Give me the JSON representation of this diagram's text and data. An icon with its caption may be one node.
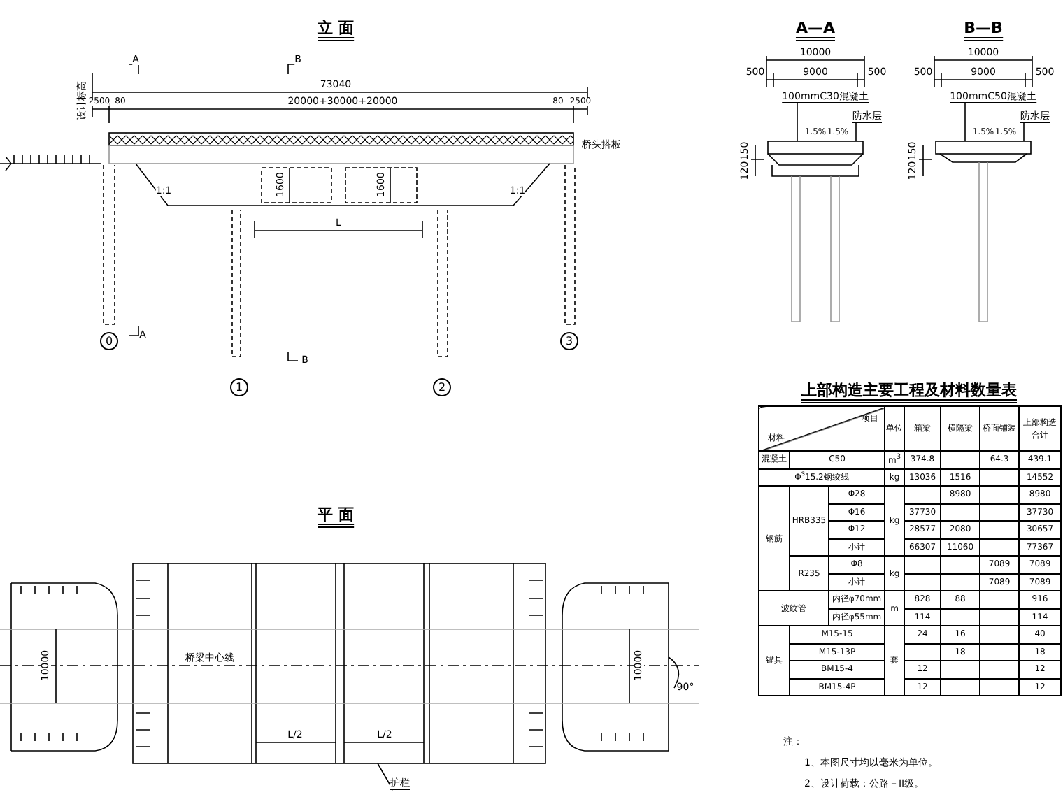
{
  "diagram": {
    "nodes": [
      {
        "text": [
          "100mmC30混凝土"
        ]
      },
      {
        "text": [
          "防水层"
        ]
      },
      {
        "text": [
          "100mmC50混凝土"
        ]
      },
      {
        "text": [
          "防水层"
        ]
      },
      {
        "text": [
          "护栏"
        ]
      },
      {
        "text": [],
        "shape": "box"
      },
      {
        "text": [],
        "shape": "box"
      }
    ],
    "edges": [
      {
        "from": 0,
        "to": 5,
        "arrow": "none"
      },
      {
        "from": 1,
        "to": 5,
        "arrow": "none"
      },
      {
        "from": 2,
        "to": 6,
        "arrow": "none"
      },
      {
        "from": 3,
        "to": 6,
        "arrow": "none"
      },
      {
        "from": 4,
        "to": null,
        "arrow": "none"
      }
    ],
    "labels": [
      "立 面",
      "A",
      "B",
      "73040",
      "设计标高",
      "2500",
      "80",
      "20000+30000+20000",
      "80",
      "2500",
      "桥头搭板",
      "1:1",
      "1600",
      "1600",
      "1:1",
      "L",
      "A",
      "B",
      "0",
      "1",
      "2",
      "3",
      "A—A",
      "10000",
      "500",
      "9000",
      "500",
      "1.5%",
      "1.5%",
      "150",
      "120",
      "B—B",
      "10000",
      "500",
      "9000",
      "500",
      "1.5%",
      "1.5%",
      "150",
      "120",
      "上部构造主要工程及材料数量表",
      "项目",
      "材料",
      "单位",
      "箱梁",
      "横隔梁",
      "桥面铺装",
      "上部构造合计",
      "混凝土",
      "C50",
      "m$^{3}$",
      "374.8",
      "64.3",
      "439.1",
      "Φ$^{s}$15.2钢绞线",
      "kg",
      "13036",
      "1516",
      "14552",
      "钢筋",
      "HRB335",
      "Φ28",
      "kg",
      "8980",
      "8980",
      "Φ16",
      "37730",
      "37730",
      "Φ12",
      "28577",
      "2080",
      "30657",
      "小计",
      "66307",
      "11060",
      "77367",
      "R235",
      "Φ8",
      "kg",
      "7089",
      "7089",
      "小计",
      "7089",
      "7089",
      "波纹管",
      "内径φ70mm",
      "m",
      "828",
      "88",
      "916",
      "内径φ55mm",
      "114",
      "114",
      "锚具",
      "M15-15",
      "套",
      "24",
      "16",
      "40",
      "M15-13P",
      "18",
      "18",
      "BM15-4",
      "12",
      "12",
      "BM15-4P",
      "12",
      "12",
      "平 面",
      "10000",
      "桥梁中心线",
      "10000",
      "90°",
      "L/2",
      "L/2",
      "注：",
      "1、本图尺寸均以毫米为单位。",
      "2、设计荷载：公路－II级。"
    ]
  }
}
